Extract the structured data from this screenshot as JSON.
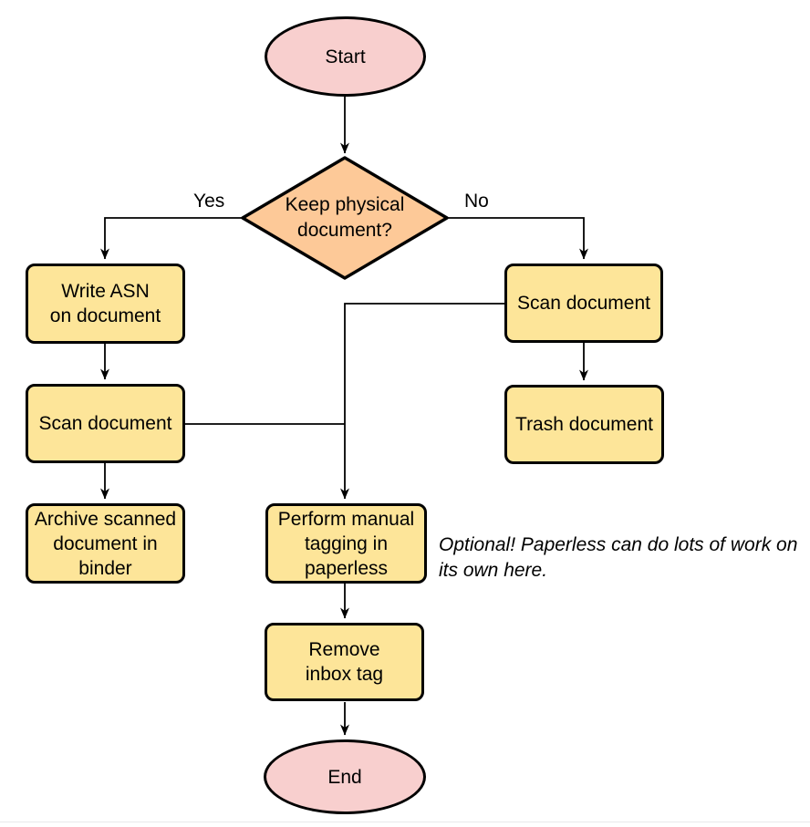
{
  "diagram": {
    "nodes": {
      "start": {
        "label": "Start"
      },
      "decision": {
        "lines": [
          "Keep physical",
          "document?"
        ]
      },
      "write_asn": {
        "lines": [
          "Write ASN",
          "on document"
        ]
      },
      "scan_left": {
        "label": "Scan document"
      },
      "archive": {
        "lines": [
          "Archive scanned",
          "document in",
          "binder"
        ]
      },
      "scan_right": {
        "label": "Scan document"
      },
      "trash": {
        "label": "Trash document"
      },
      "tagging": {
        "lines": [
          "Perform manual",
          "tagging in",
          "paperless"
        ]
      },
      "remove_inbox": {
        "lines": [
          "Remove",
          "inbox tag"
        ]
      },
      "end": {
        "label": "End"
      }
    },
    "edge_labels": {
      "yes": "Yes",
      "no": "No"
    },
    "note": {
      "lines": [
        "Optional! Paperless can do lots of work on",
        "its own here."
      ]
    },
    "colors": {
      "terminal_fill": "#f8cfce",
      "decision_fill": "#fdc998",
      "process_fill": "#fde599",
      "border": "#000000",
      "line": "#000000"
    }
  }
}
